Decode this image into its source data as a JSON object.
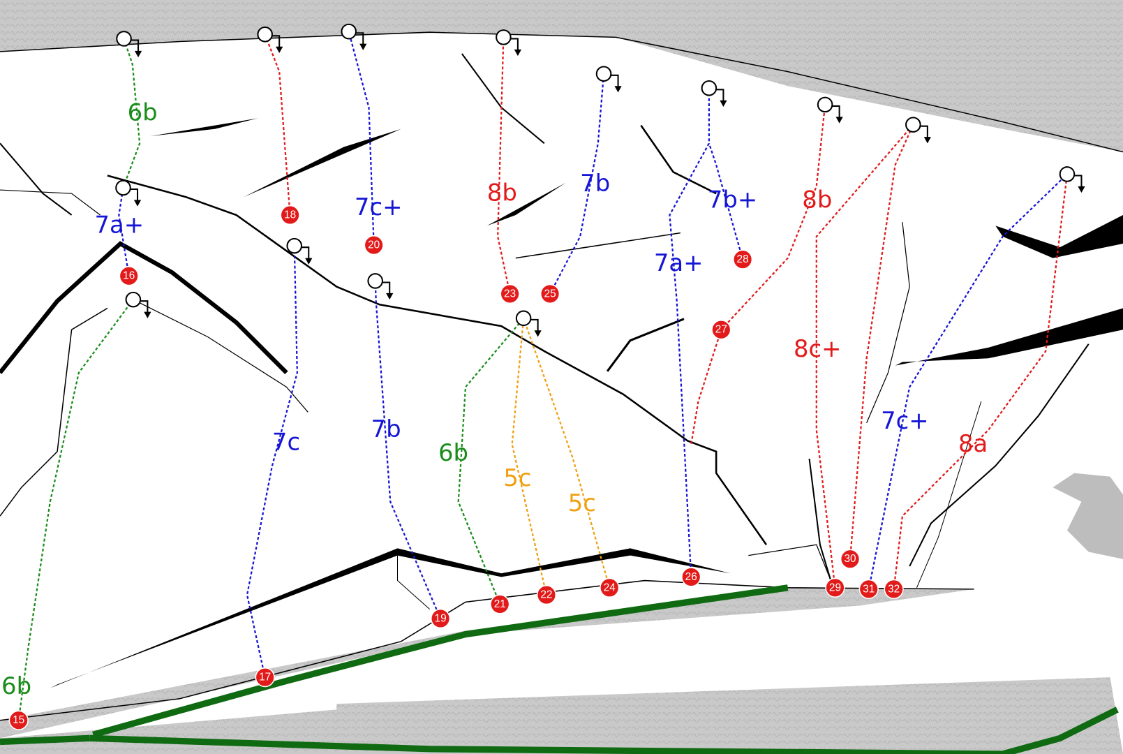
{
  "colors": {
    "green": "#1a8c1a",
    "red": "#e21a1a",
    "blue": "#1515d6",
    "orange": "#f0a010",
    "rock": "#cfcfcf",
    "path": "#0f6a12"
  },
  "grades": [
    {
      "text": "6b",
      "color": "green"
    },
    {
      "text": "7a+",
      "color": "blue"
    },
    {
      "text": "6b",
      "color": "green"
    },
    {
      "text": "7c",
      "color": "blue"
    },
    {
      "text": "7c+",
      "color": "blue"
    },
    {
      "text": "7b",
      "color": "blue"
    },
    {
      "text": "6b",
      "color": "green"
    },
    {
      "text": "8b",
      "color": "red"
    },
    {
      "text": "7b",
      "color": "blue"
    },
    {
      "text": "5c",
      "color": "orange"
    },
    {
      "text": "5c",
      "color": "orange"
    },
    {
      "text": "7a+",
      "color": "blue"
    },
    {
      "text": "7b+",
      "color": "blue"
    },
    {
      "text": "8b",
      "color": "red"
    },
    {
      "text": "8c+",
      "color": "red"
    },
    {
      "text": "7c+",
      "color": "blue"
    },
    {
      "text": "8a",
      "color": "red"
    }
  ],
  "route_numbers": [
    "15",
    "16",
    "17",
    "18",
    "19",
    "20",
    "21",
    "22",
    "23",
    "24",
    "25",
    "26",
    "27",
    "28",
    "29",
    "30",
    "31",
    "32"
  ]
}
